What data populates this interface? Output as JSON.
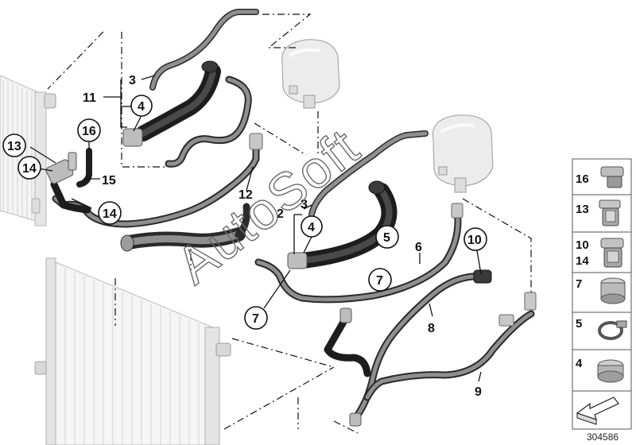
{
  "diagram": {
    "part_number": "304586",
    "watermark": "AutoSoft",
    "callouts": {
      "c2": "2",
      "c3a": "3",
      "c3b": "3",
      "c4a": "4",
      "c4b": "4",
      "c5": "5",
      "c6": "6",
      "c7a": "7",
      "c7b": "7",
      "c8": "8",
      "c9": "9",
      "c10": "10",
      "c11": "11",
      "c12": "12",
      "c13": "13",
      "c14a": "14",
      "c14b": "14",
      "c15": "15",
      "c16": "16"
    },
    "legend": [
      {
        "label": "16",
        "icon": "hose-clip-icon"
      },
      {
        "label": "13",
        "icon": "connector-fitting-icon"
      },
      {
        "label": "10",
        "label2": "14",
        "icon": "quick-coupling-icon"
      },
      {
        "label": "7",
        "icon": "sleeve-icon"
      },
      {
        "label": "5",
        "icon": "hose-clamp-icon"
      },
      {
        "label": "4",
        "icon": "spring-clamp-icon"
      },
      {
        "label": "",
        "icon": "arrow-shim-icon"
      }
    ]
  }
}
